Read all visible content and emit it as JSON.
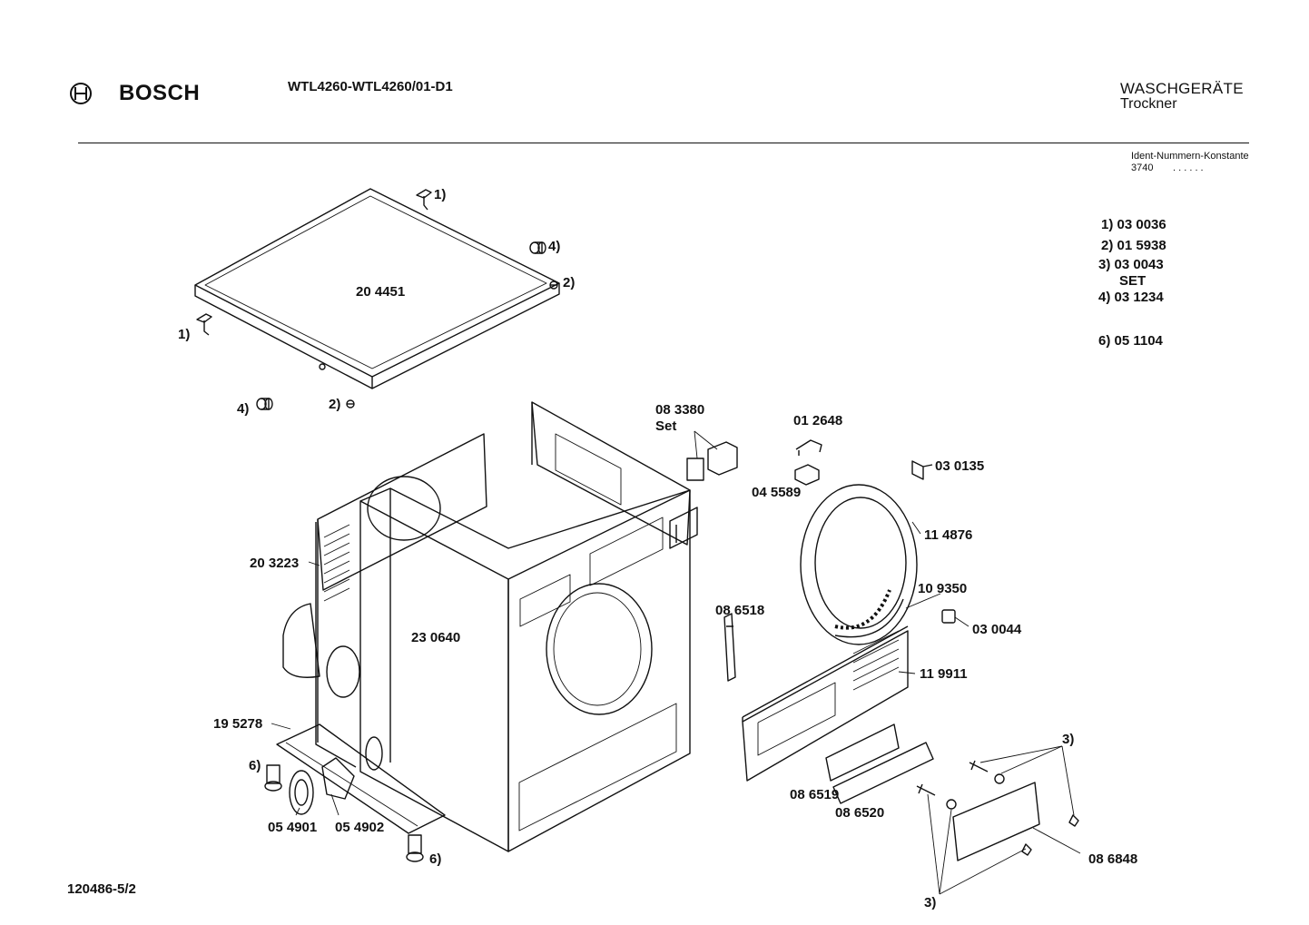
{
  "header": {
    "logo_icon": "bosch-armature-logo",
    "brand": "BOSCH",
    "model": "WTL4260-WTL4260/01-D1",
    "category": "WASCHGERÄTE",
    "subcategory": "Trockner"
  },
  "ident": {
    "label": "Ident-Nummern-Konstante",
    "value": "3740",
    "dots": ". .   . . . ."
  },
  "parts_list": [
    {
      "line": "1) 03 0036"
    },
    {
      "line": "2) 01 5938"
    },
    {
      "line": "3) 03 0043"
    },
    {
      "line": "SET"
    },
    {
      "line": "4) 03 1234"
    },
    {
      "line": "6) 05 1104"
    }
  ],
  "labels": {
    "lid": "20 4451",
    "side_panel": "20 3223",
    "cabinet": "23 0640",
    "base_rail": "19 5278",
    "connector": "08 3380",
    "connector_set": "Set",
    "clip": "01 2648",
    "switch": "04 5589",
    "lamp": "03 0135",
    "door_ring": "11 4876",
    "seal": "10 9350",
    "small_part": "03 0044",
    "control_panel": "11 9911",
    "bracket": "08 6518",
    "handle": "08 6519",
    "handle_cover": "08 6520",
    "cover_plate": "08 6848",
    "foot_ring": "05 4901",
    "foot_cap": "05 4902",
    "ref_1a": "1)",
    "ref_1b": "1)",
    "ref_2a": "2)",
    "ref_2b": "2)",
    "ref_3a": "3)",
    "ref_3b": "3)",
    "ref_4a": "4)",
    "ref_4b": "4)",
    "ref_6a": "6)",
    "ref_6b": "6)"
  },
  "footer": {
    "doc_number": "120486-5/2"
  }
}
